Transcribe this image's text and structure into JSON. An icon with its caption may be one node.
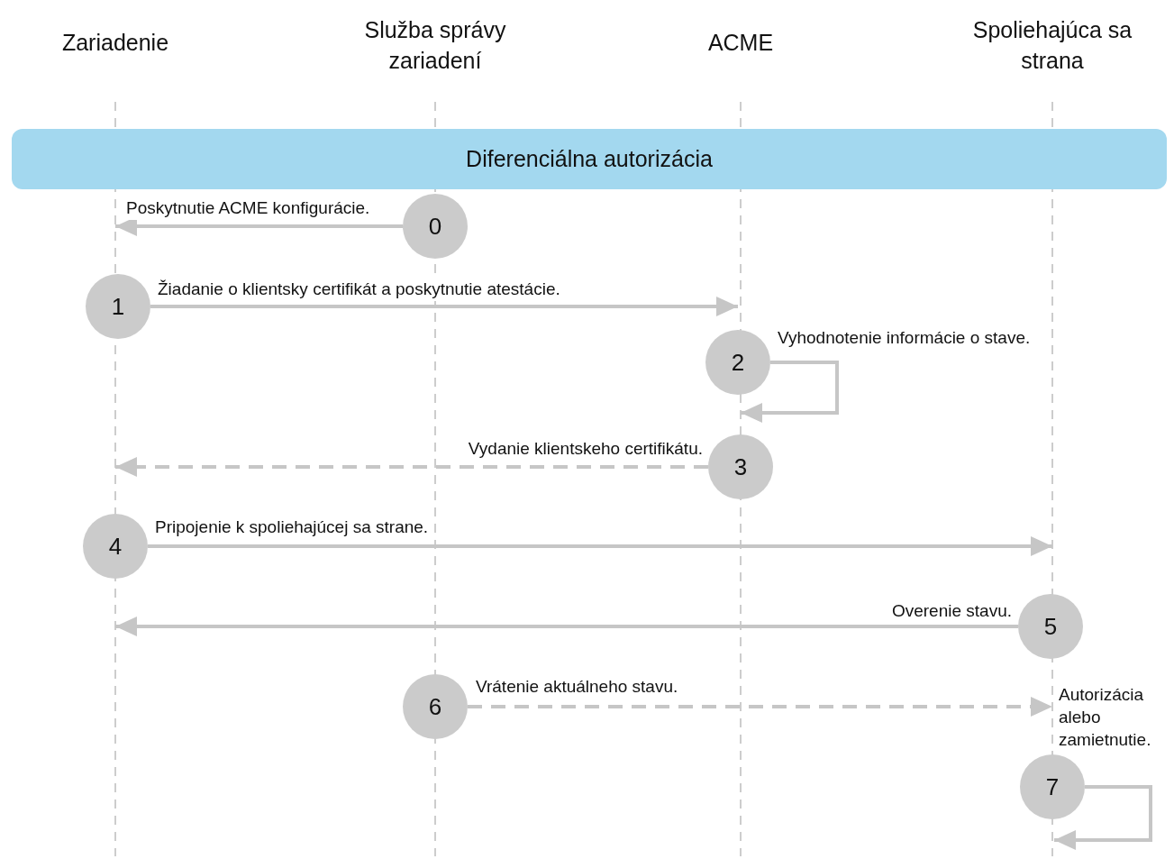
{
  "diagram": {
    "nodes": [
      {
        "text": [
          "Zariadenie"
        ]
      },
      {
        "text": [
          "Služba správy zariadení"
        ]
      },
      {
        "text": [
          "ACME"
        ]
      },
      {
        "text": [
          "Spoliehajúca sa strana"
        ]
      },
      {
        "text": [
          "Diferenciálna autorizácia"
        ]
      },
      {
        "text": [
          "0"
        ]
      },
      {
        "text": [
          "1"
        ]
      },
      {
        "text": [
          "2"
        ]
      },
      {
        "text": [
          "3"
        ]
      },
      {
        "text": [
          "4"
        ]
      },
      {
        "text": [
          "5"
        ]
      },
      {
        "text": [
          "6"
        ]
      },
      {
        "text": [
          "7"
        ],
        "beside": [
          "Autorizácia alebo zamietnutie."
        ]
      }
    ],
    "edges": [
      {
        "from": 5,
        "to": null,
        "arrow": "to",
        "label": "Poskytnutie ACME konfigurácie."
      },
      {
        "from": 6,
        "to": 7,
        "arrow": "to",
        "label": "Žiadanie o klientsky certifikát a poskytnutie atestácie."
      },
      {
        "from": 7,
        "to": 7,
        "arrow": "to",
        "label": "Vyhodnotenie informácie o stave."
      },
      {
        "from": 8,
        "to": null,
        "arrow": "to",
        "label": "Vydanie klientskeho certifikátu.",
        "style": "dashed"
      },
      {
        "from": 9,
        "to": null,
        "arrow": "to",
        "label": "Pripojenie k spoliehajúcej sa strane."
      },
      {
        "from": 10,
        "to": null,
        "arrow": "to",
        "label": "Overenie stavu."
      },
      {
        "from": 11,
        "to": 12,
        "arrow": "to",
        "label": "Vrátenie aktuálneho stavu.",
        "style": "dashed"
      },
      {
        "from": 12,
        "to": 12,
        "arrow": "to"
      }
    ]
  }
}
